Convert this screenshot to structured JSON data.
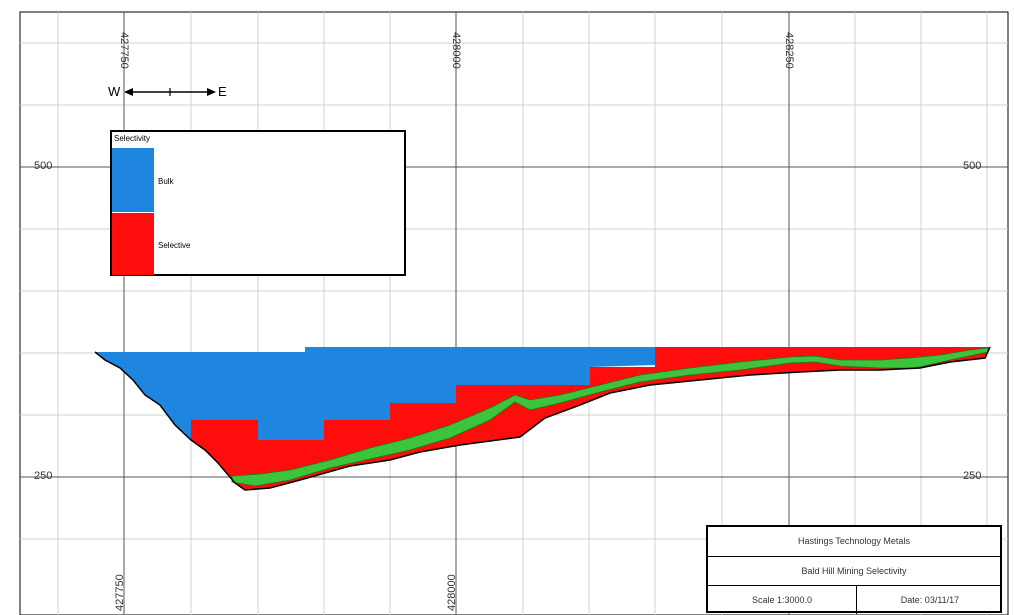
{
  "diagram": {
    "axes": {
      "easting_ticks": [
        "427750",
        "428000",
        "428250"
      ],
      "elevation_ticks": [
        "500",
        "250"
      ]
    },
    "compass": {
      "west": "W",
      "east": "E"
    },
    "legend": {
      "title": "Selectivity",
      "items": [
        {
          "label": "Bulk",
          "color": "#1f86e0"
        },
        {
          "label": "Selective",
          "color": "#ff0d0d"
        }
      ]
    },
    "domain_colors": {
      "bulk": "#1f86e0",
      "selective": "#ff0d0d",
      "ore": "#3cc43c",
      "grid": "#c8c8c8"
    },
    "title_block": {
      "company": "Hastings Technology Metals",
      "project": "Bald Hill Mining Selectivity",
      "scale": "Scale 1:3000.0",
      "date": "Date: 03/11/17"
    }
  }
}
